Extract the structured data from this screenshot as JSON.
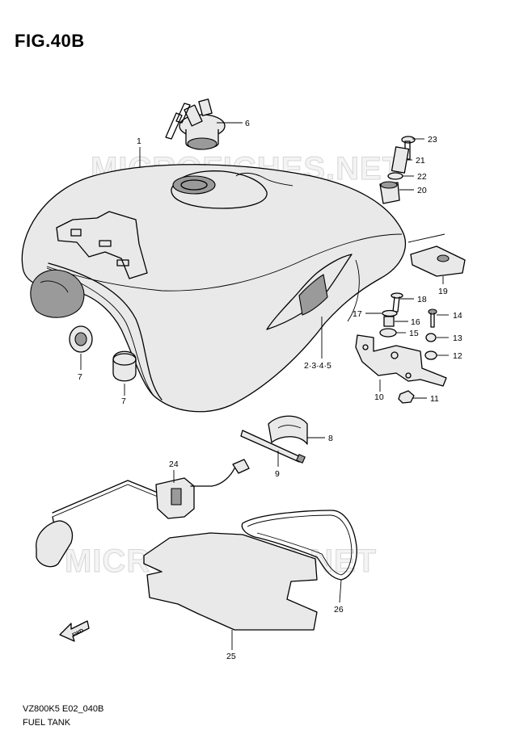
{
  "figure": {
    "title": "FIG.40B",
    "code": "VZ800K5 E02_040B",
    "name": "FUEL TANK"
  },
  "watermarks": [
    "MICROFICHES.NET",
    "MICROFICHES.NET"
  ],
  "callouts": [
    {
      "id": "1",
      "label": "1"
    },
    {
      "id": "2-3-4-5",
      "label": "2·3·4·5"
    },
    {
      "id": "6",
      "label": "6"
    },
    {
      "id": "7a",
      "label": "7"
    },
    {
      "id": "7b",
      "label": "7"
    },
    {
      "id": "8",
      "label": "8"
    },
    {
      "id": "9",
      "label": "9"
    },
    {
      "id": "10",
      "label": "10"
    },
    {
      "id": "11",
      "label": "11"
    },
    {
      "id": "12",
      "label": "12"
    },
    {
      "id": "13",
      "label": "13"
    },
    {
      "id": "14",
      "label": "14"
    },
    {
      "id": "15",
      "label": "15"
    },
    {
      "id": "16",
      "label": "16"
    },
    {
      "id": "17",
      "label": "17"
    },
    {
      "id": "18",
      "label": "18"
    },
    {
      "id": "19",
      "label": "19"
    },
    {
      "id": "20",
      "label": "20"
    },
    {
      "id": "21",
      "label": "21"
    },
    {
      "id": "22",
      "label": "22"
    },
    {
      "id": "23",
      "label": "23"
    },
    {
      "id": "24",
      "label": "24"
    },
    {
      "id": "25",
      "label": "25"
    },
    {
      "id": "26",
      "label": "26"
    }
  ],
  "direction_marker": {
    "label": "FWD",
    "icon": "forward-arrow-icon"
  }
}
